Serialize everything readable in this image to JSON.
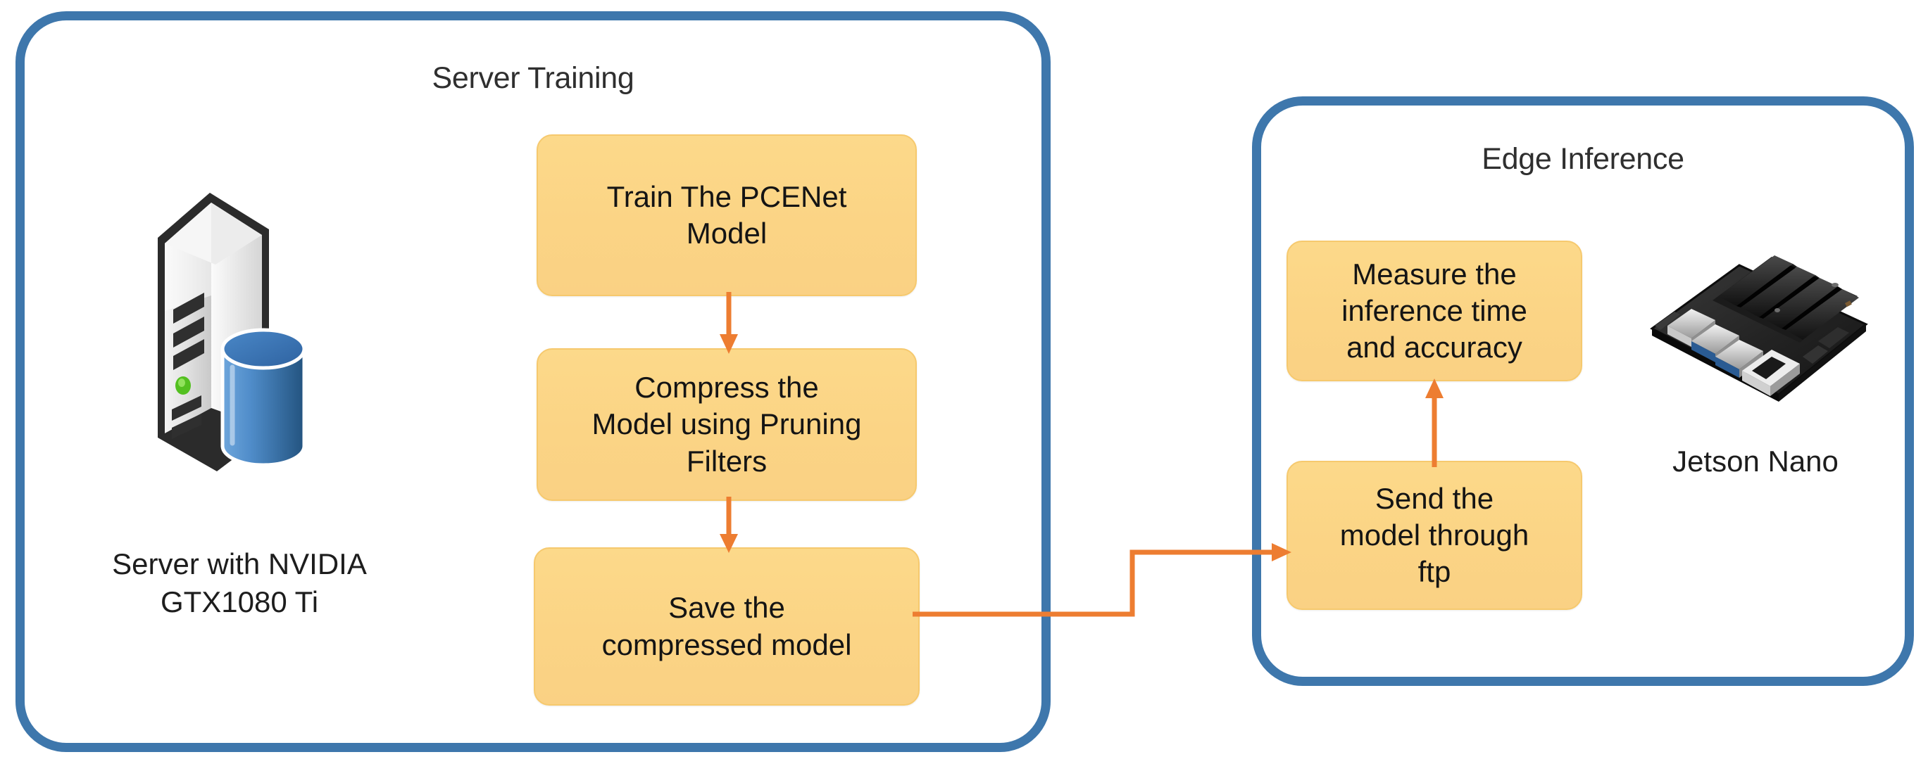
{
  "diagram": {
    "panels": [
      {
        "id": "server-training",
        "title": "Server Training",
        "device_caption": "Server with NVIDIA\nGTX1080 Ti",
        "device_caption_line1": "Server with NVIDIA",
        "device_caption_line2": "GTX1080 Ti",
        "device_icon": "server-tower-with-database-icon",
        "steps": [
          {
            "id": "train",
            "label": "Train The PCENet\nModel",
            "line1": "Train The PCENet",
            "line2": "Model"
          },
          {
            "id": "compress",
            "label": "Compress the\nModel using Pruning\nFilters",
            "line1": "Compress the",
            "line2": "Model using Pruning",
            "line3": "Filters"
          },
          {
            "id": "save",
            "label": "Save the\ncompressed model",
            "line1": "Save the",
            "line2": "compressed model"
          }
        ]
      },
      {
        "id": "edge-inference",
        "title": "Edge Inference",
        "device_caption": "Jetson Nano",
        "device_icon": "jetson-nano-board-icon",
        "steps": [
          {
            "id": "measure",
            "label": "Measure the\ninference time\nand accuracy",
            "line1": "Measure the",
            "line2": "inference time",
            "line3": "and accuracy"
          },
          {
            "id": "send",
            "label": "Send the\nmodel through\nftp",
            "line1": "Send the",
            "line2": "model through",
            "line3": "ftp"
          }
        ]
      }
    ],
    "connectors": [
      {
        "id": "train-to-compress",
        "from": "train",
        "to": "compress",
        "direction": "down",
        "style": "straight-arrow"
      },
      {
        "id": "compress-to-save",
        "from": "compress",
        "to": "save",
        "direction": "down",
        "style": "straight-arrow"
      },
      {
        "id": "save-to-send",
        "from": "save",
        "to": "send",
        "direction": "right",
        "style": "stepped-arrow"
      },
      {
        "id": "send-to-measure",
        "from": "send",
        "to": "measure",
        "direction": "up",
        "style": "straight-arrow"
      }
    ],
    "colors": {
      "panel_border": "#3E77AC",
      "box_fill": "#FBD584",
      "box_border": "#F6C96E",
      "arrow": "#ED7D31",
      "text": "#141414",
      "background": "#FFFFFF"
    }
  }
}
